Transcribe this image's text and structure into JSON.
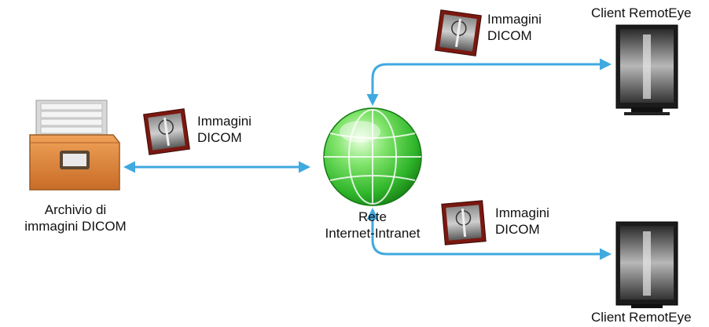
{
  "nodes": {
    "archive": {
      "label_line1": "Archivio di",
      "label_line2": "immagini DICOM",
      "icon": "file-drawer-icon"
    },
    "network": {
      "label_line1": "Rete",
      "label_line2": "Internet-Intranet",
      "icon": "globe-icon"
    },
    "client_top": {
      "label": "Client RemotEye",
      "icon": "monitor-icon"
    },
    "client_bottom": {
      "label": "Client RemotEye",
      "icon": "monitor-icon"
    }
  },
  "flows": {
    "left": {
      "label_line1": "Immagini",
      "label_line2": "DICOM",
      "icon": "xray-image-icon"
    },
    "top": {
      "label_line1": "Immagini",
      "label_line2": "DICOM",
      "icon": "xray-image-icon"
    },
    "bottom": {
      "label_line1": "Immagini",
      "label_line2": "DICOM",
      "icon": "xray-image-icon"
    }
  },
  "colors": {
    "arrow": "#3fa9e0",
    "globe": "#3cc63c",
    "archive": "#d9843a"
  }
}
